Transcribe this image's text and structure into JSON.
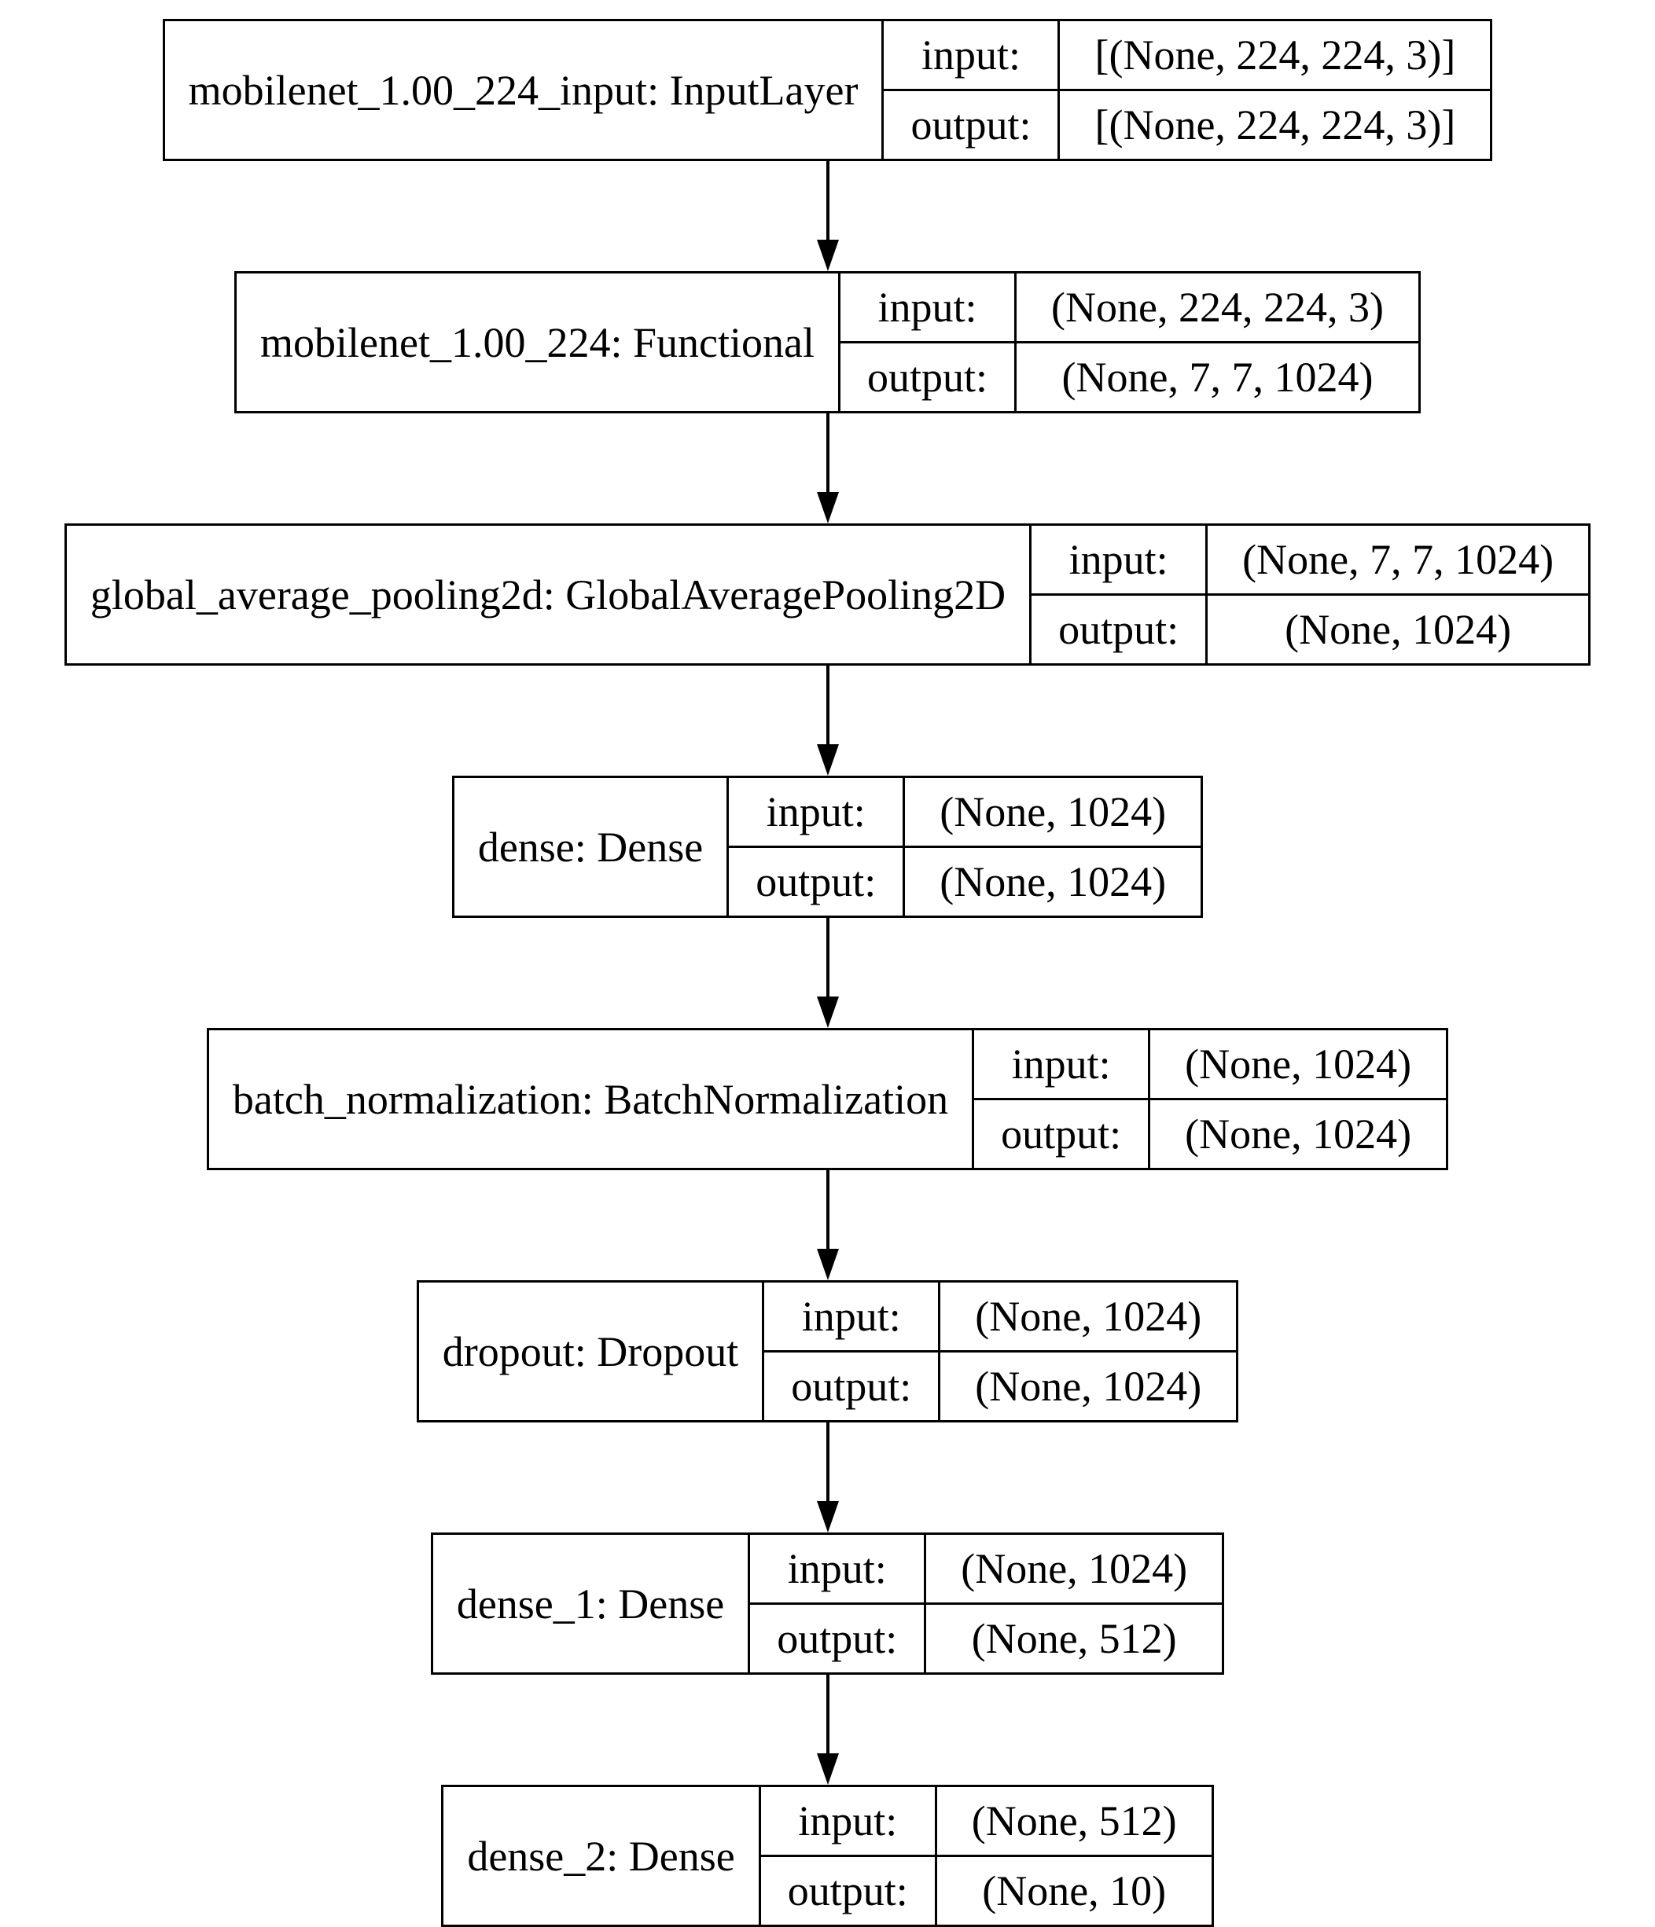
{
  "diagram": {
    "type": "keras-model-architecture",
    "colors": {
      "border": "#000000",
      "background": "#ffffff",
      "text": "#000000",
      "arrow": "#000000"
    },
    "labels": {
      "input": "input:",
      "output": "output:"
    },
    "layers": [
      {
        "name": "mobilenet_1.00_224_input: InputLayer",
        "input_shape": "[(None, 224, 224, 3)]",
        "output_shape": "[(None, 224, 224, 3)]"
      },
      {
        "name": "mobilenet_1.00_224: Functional",
        "input_shape": "(None, 224, 224, 3)",
        "output_shape": "(None, 7, 7, 1024)"
      },
      {
        "name": "global_average_pooling2d: GlobalAveragePooling2D",
        "input_shape": "(None, 7, 7, 1024)",
        "output_shape": "(None, 1024)"
      },
      {
        "name": "dense: Dense",
        "input_shape": "(None, 1024)",
        "output_shape": "(None, 1024)"
      },
      {
        "name": "batch_normalization: BatchNormalization",
        "input_shape": "(None, 1024)",
        "output_shape": "(None, 1024)"
      },
      {
        "name": "dropout: Dropout",
        "input_shape": "(None, 1024)",
        "output_shape": "(None, 1024)"
      },
      {
        "name": "dense_1: Dense",
        "input_shape": "(None, 1024)",
        "output_shape": "(None, 512)"
      },
      {
        "name": "dense_2: Dense",
        "input_shape": "(None, 512)",
        "output_shape": "(None, 10)"
      }
    ]
  }
}
